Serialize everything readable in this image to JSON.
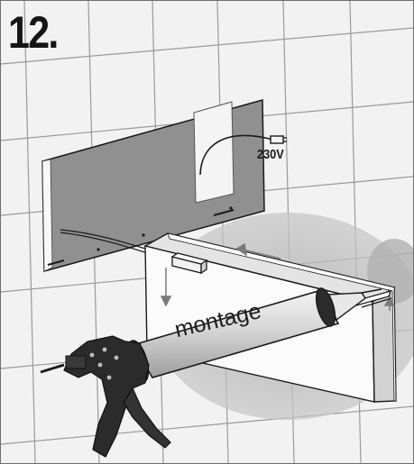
{
  "diagram": {
    "step_number": "12.",
    "voltage_label": "230V",
    "tube_label": "montage",
    "colors": {
      "tile": "#f2f2f2",
      "grout": "#9a9a9a",
      "recess": "#909090",
      "shadow": "#b8b8b8",
      "outline": "#1a1a1a",
      "gun_dark": "#2b2b2b",
      "tube": "#d9d9d9"
    },
    "icons": [
      "power-plug-icon",
      "caulking-gun-icon",
      "arrow-icon"
    ]
  }
}
